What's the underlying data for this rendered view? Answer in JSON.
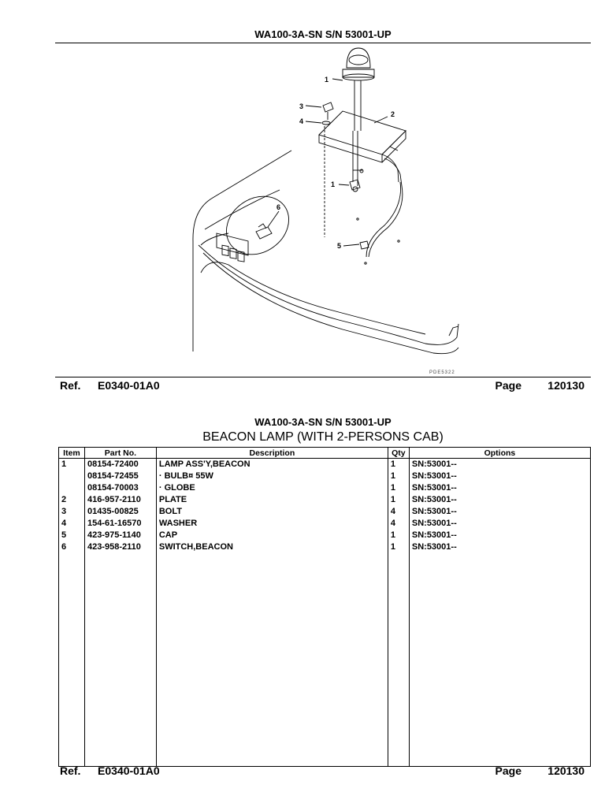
{
  "page_header": "WA100-3A-SN S/N 53001-UP",
  "diagram": {
    "callouts": [
      "1",
      "2",
      "3",
      "4",
      "1",
      "5",
      "6"
    ],
    "drawing_code": "PDE5322"
  },
  "footer": {
    "ref_label": "Ref.",
    "ref_value": "E0340-01A0",
    "page_label": "Page",
    "page_value": "120130"
  },
  "table_header": "WA100-3A-SN S/N 53001-UP",
  "table_title": "BEACON LAMP (WITH 2-PERSONS CAB)",
  "columns": [
    "Item",
    "Part No.",
    "Description",
    "Qty",
    "Options"
  ],
  "rows": [
    {
      "item": "1",
      "part": "08154-72400",
      "desc": "LAMP ASS'Y,BEACON",
      "qty": "1",
      "opt": "SN:53001--"
    },
    {
      "item": "",
      "part": "08154-72455",
      "desc": "· BULB¤ 55W",
      "qty": "1",
      "opt": "SN:53001--"
    },
    {
      "item": "",
      "part": "08154-70003",
      "desc": "· GLOBE",
      "qty": "1",
      "opt": "SN:53001--"
    },
    {
      "item": "2",
      "part": "416-957-2110",
      "desc": "PLATE",
      "qty": "1",
      "opt": "SN:53001--"
    },
    {
      "item": "3",
      "part": "01435-00825",
      "desc": "BOLT",
      "qty": "4",
      "opt": "SN:53001--"
    },
    {
      "item": "4",
      "part": "154-61-16570",
      "desc": "WASHER",
      "qty": "4",
      "opt": "SN:53001--"
    },
    {
      "item": "5",
      "part": "423-975-1140",
      "desc": "CAP",
      "qty": "1",
      "opt": "SN:53001--"
    },
    {
      "item": "6",
      "part": "423-958-2110",
      "desc": "SWITCH,BEACON",
      "qty": "1",
      "opt": "SN:53001--"
    }
  ]
}
